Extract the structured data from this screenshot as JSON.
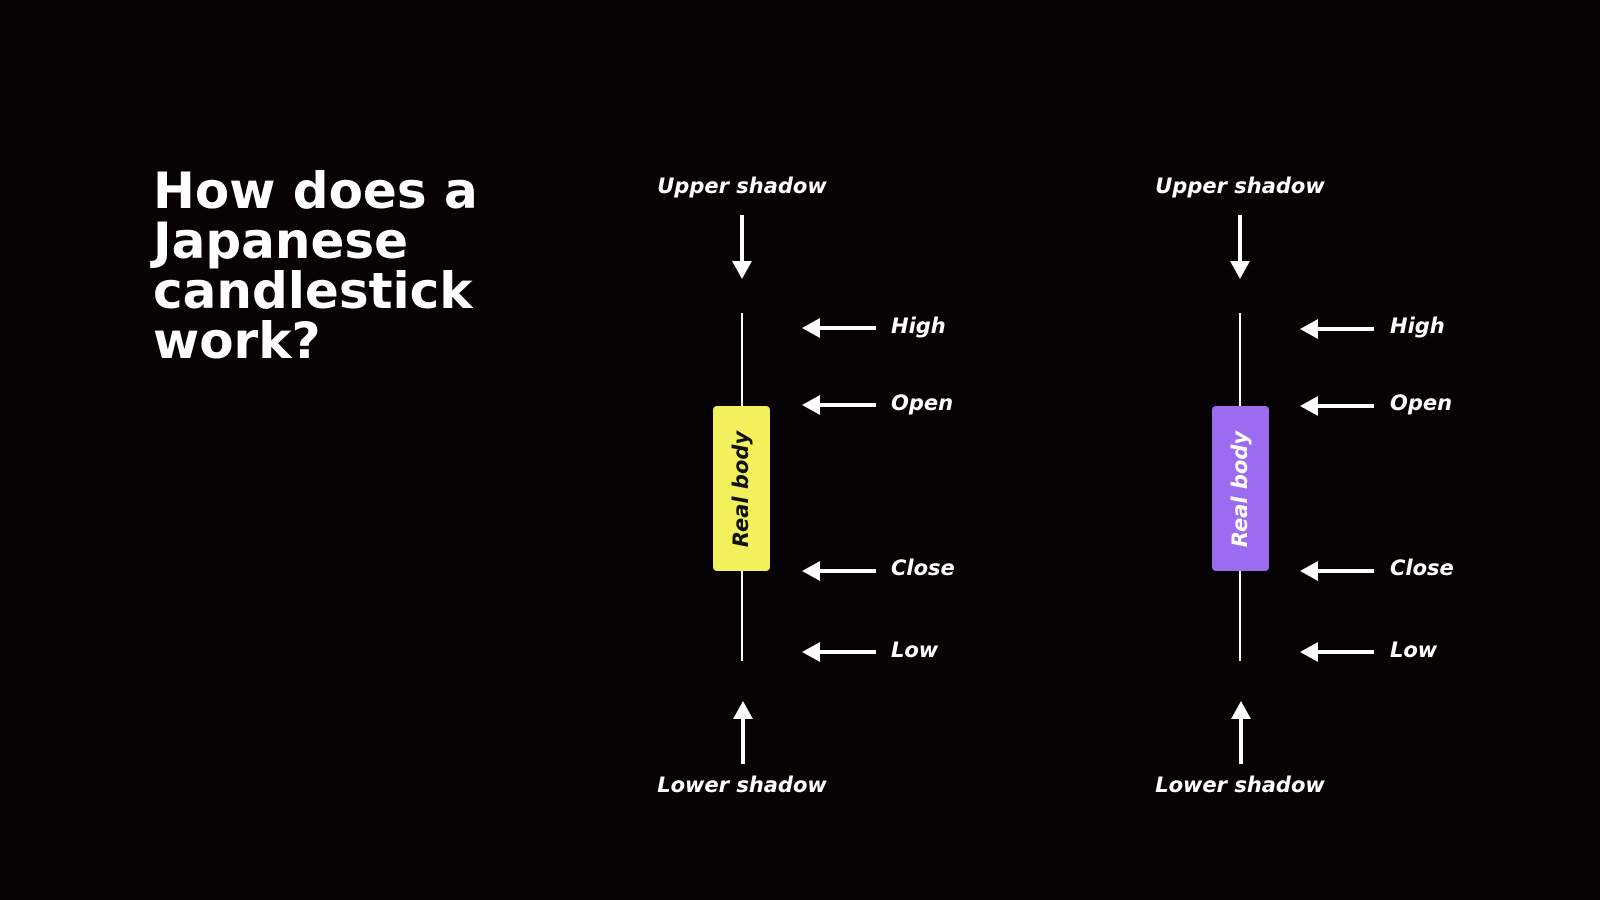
{
  "title_lines": [
    "How does a",
    "Japanese",
    "candlestick",
    "work?"
  ],
  "candles": [
    {
      "color": "#f3f15c",
      "text_color": "#111111",
      "body_label": "Real body"
    },
    {
      "color": "#9b6cf0",
      "text_color": "#ffffff",
      "body_label": "Real body"
    }
  ],
  "labels": {
    "upper_shadow": "Upper shadow",
    "lower_shadow": "Lower shadow",
    "high": "High",
    "open": "Open",
    "close": "Close",
    "low": "Low"
  }
}
